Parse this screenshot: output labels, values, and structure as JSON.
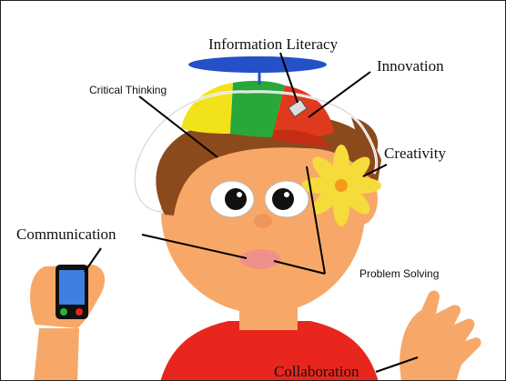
{
  "labels": {
    "information_literacy": "Information Literacy",
    "innovation": "Innovation",
    "critical_thinking": "Critical Thinking",
    "creativity": "Creativity",
    "communication": "Communication",
    "problem_solving": "Problem Solving",
    "collaboration": "Collaboration"
  },
  "colors": {
    "skin": "#f7a868",
    "hair": "#8b4a1c",
    "shirt": "#e8261d",
    "propeller": "#2450c8",
    "cap_yellow": "#f2e21a",
    "cap_green": "#29a83a",
    "cap_red": "#e03a1e",
    "flower": "#f6dc3a",
    "phone_screen": "#3f7fe0",
    "leader_line": "#000000"
  }
}
